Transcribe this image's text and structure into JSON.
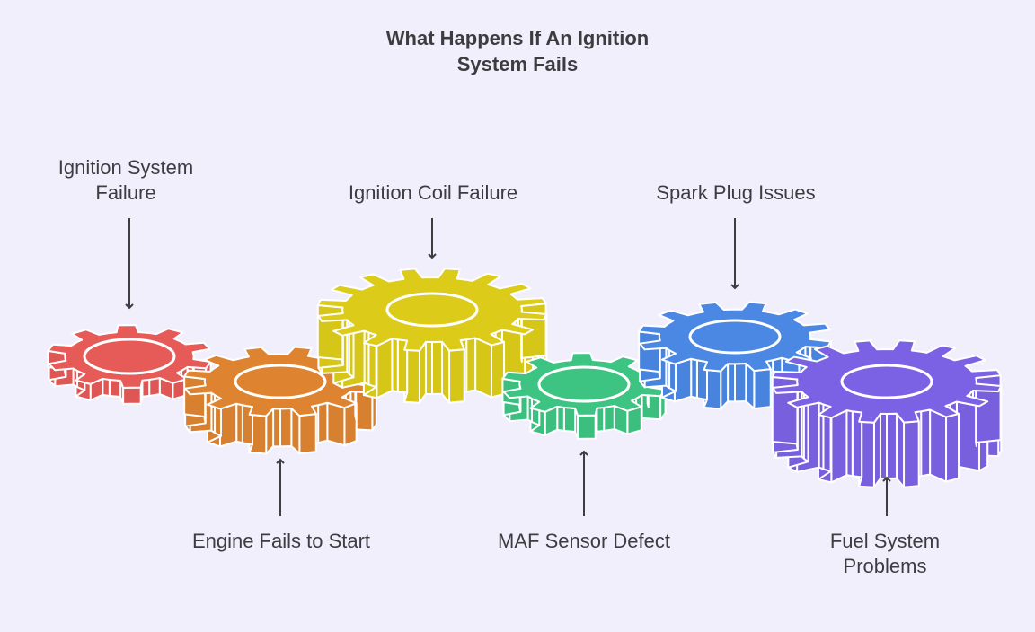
{
  "title": {
    "line1": "What Happens If An Ignition",
    "line2": "System Fails"
  },
  "gears": [
    {
      "id": "ignition-system-failure",
      "color": "#e65a57",
      "teeth": 10,
      "label_lines": [
        "Ignition System",
        "Failure"
      ],
      "label_position": "above"
    },
    {
      "id": "engine-fails-to-start",
      "color": "#de8430",
      "teeth": 12,
      "label_lines": [
        "Engine Fails to Start"
      ],
      "label_position": "below"
    },
    {
      "id": "ignition-coil-failure",
      "color": "#dccc19",
      "teeth": 16,
      "label_lines": [
        "Ignition Coil Failure"
      ],
      "label_position": "above"
    },
    {
      "id": "maf-sensor-defect",
      "color": "#3dc482",
      "teeth": 10,
      "label_lines": [
        "MAF Sensor Defect"
      ],
      "label_position": "below"
    },
    {
      "id": "spark-plug-issues",
      "color": "#4a88e4",
      "teeth": 12,
      "label_lines": [
        "Spark Plug Issues"
      ],
      "label_position": "above"
    },
    {
      "id": "fuel-system-problems",
      "color": "#7b62e4",
      "teeth": 16,
      "label_lines": [
        "Fuel System",
        "Problems"
      ],
      "label_position": "below"
    }
  ],
  "colors": {
    "background": "#f2effd",
    "text": "#3d3d40",
    "arrow": "#3d3d40",
    "outline": "#ffffff"
  }
}
